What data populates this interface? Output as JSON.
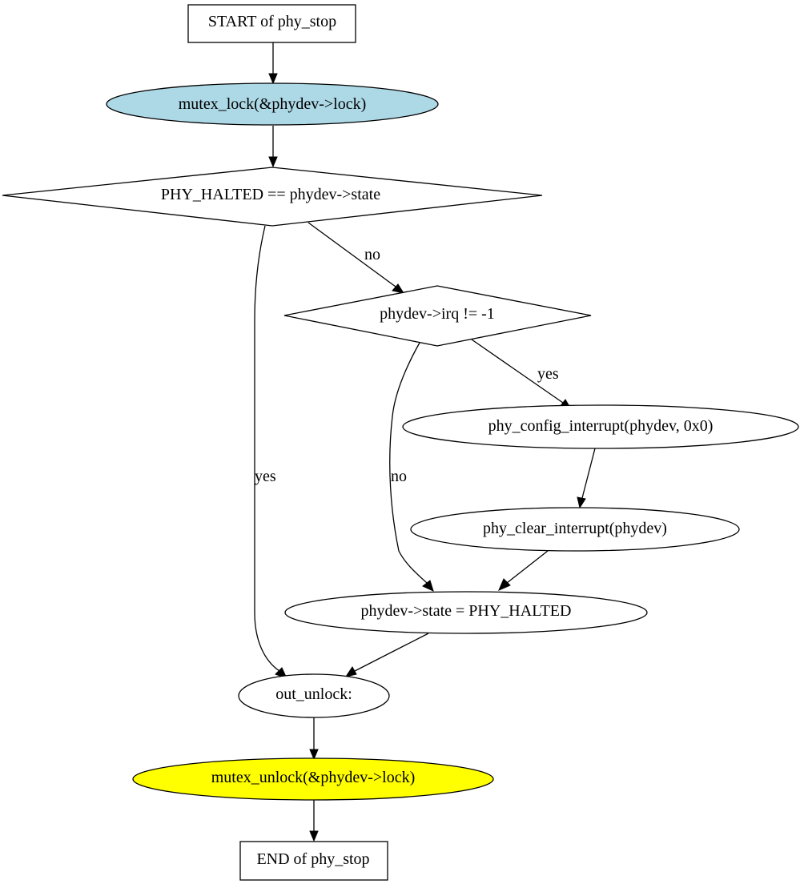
{
  "diagram": {
    "nodes": {
      "start": {
        "label": "START of phy_stop",
        "shape": "box",
        "fill": "#ffffff"
      },
      "lock": {
        "label": "mutex_lock(&phydev->lock)",
        "shape": "ellipse",
        "fill": "#add8e6"
      },
      "halted_check": {
        "label": "PHY_HALTED == phydev->state",
        "shape": "diamond",
        "fill": "#ffffff"
      },
      "irq_check": {
        "label": "phydev->irq != -1",
        "shape": "diamond",
        "fill": "#ffffff"
      },
      "config_irq": {
        "label": "phy_config_interrupt(phydev, 0x0)",
        "shape": "ellipse",
        "fill": "#ffffff"
      },
      "clear_irq": {
        "label": "phy_clear_interrupt(phydev)",
        "shape": "ellipse",
        "fill": "#ffffff"
      },
      "set_halted": {
        "label": "phydev->state = PHY_HALTED",
        "shape": "ellipse",
        "fill": "#ffffff"
      },
      "out_unlock": {
        "label": "out_unlock:",
        "shape": "ellipse",
        "fill": "#ffffff"
      },
      "unlock": {
        "label": "mutex_unlock(&phydev->lock)",
        "shape": "ellipse",
        "fill": "#ffff00"
      },
      "end": {
        "label": "END of phy_stop",
        "shape": "box",
        "fill": "#ffffff"
      }
    },
    "edges": [
      {
        "from": "start",
        "to": "lock",
        "label": ""
      },
      {
        "from": "lock",
        "to": "halted_check",
        "label": ""
      },
      {
        "from": "halted_check",
        "to": "irq_check",
        "label": "no"
      },
      {
        "from": "halted_check",
        "to": "out_unlock",
        "label": "yes"
      },
      {
        "from": "irq_check",
        "to": "config_irq",
        "label": "yes"
      },
      {
        "from": "irq_check",
        "to": "set_halted",
        "label": "no"
      },
      {
        "from": "config_irq",
        "to": "clear_irq",
        "label": ""
      },
      {
        "from": "clear_irq",
        "to": "set_halted",
        "label": ""
      },
      {
        "from": "set_halted",
        "to": "out_unlock",
        "label": ""
      },
      {
        "from": "out_unlock",
        "to": "unlock",
        "label": ""
      },
      {
        "from": "unlock",
        "to": "end",
        "label": ""
      }
    ]
  }
}
